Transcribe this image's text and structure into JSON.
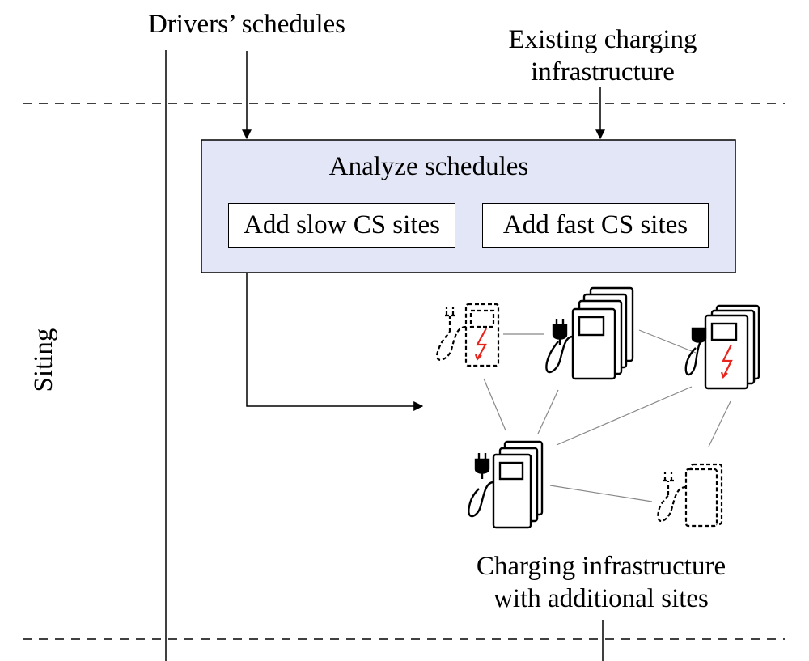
{
  "inputs": {
    "drivers_schedules": "Drivers’ schedules",
    "existing_infrastructure_line1": "Existing charging",
    "existing_infrastructure_line2": "infrastructure"
  },
  "stage": {
    "label": "Siting"
  },
  "process": {
    "title": "Analyze schedules",
    "slow_box": "Add slow CS sites",
    "fast_box": "Add fast CS sites"
  },
  "output": {
    "line1": "Charging infrastructure",
    "line2": "with additional sites"
  },
  "colors": {
    "process_fill": "#e3e6f6",
    "lightning": "#e8241c",
    "edge": "#888888"
  },
  "stations": [
    {
      "id": "new-fast-1",
      "kind": "fast",
      "status": "added"
    },
    {
      "id": "existing-slow-1",
      "kind": "slow",
      "status": "existing"
    },
    {
      "id": "existing-fast-1",
      "kind": "fast",
      "status": "existing"
    },
    {
      "id": "existing-slow-2",
      "kind": "slow",
      "status": "existing"
    },
    {
      "id": "new-slow-1",
      "kind": "slow",
      "status": "added"
    }
  ]
}
